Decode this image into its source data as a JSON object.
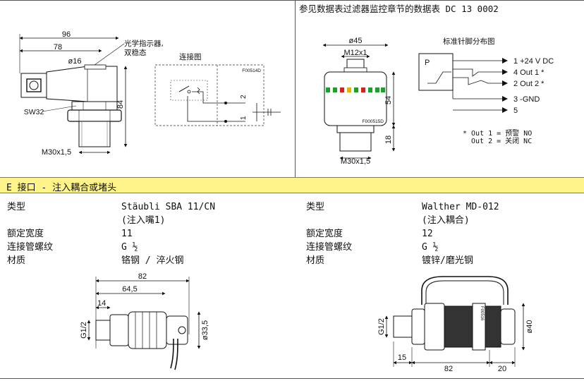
{
  "header": {
    "ref_title": "参见数据表过滤器监控章节的数据表 DC 13 0002"
  },
  "drawing_left": {
    "dim_96": "96",
    "dim_78": "78",
    "dim_16": "ø16",
    "dim_84": "84",
    "sw": "SW32",
    "thread": "M30x1,5",
    "indicator_note_1": "光学指示器,",
    "indicator_note_2": "双稳态"
  },
  "wiring": {
    "title": "连接图",
    "code": "F00514D",
    "pin_2": "2",
    "pin_1": "1"
  },
  "drawing_right": {
    "dim_45": "ø45",
    "dim_m12": "M12x1",
    "dim_54": "54",
    "dim_18": "18",
    "thread": "M30x1,5",
    "code": "F000515D"
  },
  "pinout": {
    "title": "标准针脚分布图",
    "box_label": "P",
    "pins": [
      "1 +24 V DC",
      "4 Out 1 *",
      "2 Out 2 *",
      "3 -GND",
      "5"
    ],
    "note_1": "* Out 1 = 预警 NO",
    "note_2": "Out 2 = 关闭 NC"
  },
  "section": {
    "title": "E 接口 - 注入耦合或堵头"
  },
  "spec_left": {
    "rows": [
      {
        "label": "类型",
        "value": "Stäubli SBA 11/CN"
      },
      {
        "label": "",
        "value": "(注入嘴1)"
      },
      {
        "label": "额定宽度",
        "value": "11"
      },
      {
        "label": "连接管螺纹",
        "value": "G ½"
      },
      {
        "label": "材质",
        "value": "铬钢 / 淬火钢"
      }
    ]
  },
  "spec_right": {
    "rows": [
      {
        "label": "类型",
        "value": "Walther MD-012"
      },
      {
        "label": "",
        "value": "(注入耦合)"
      },
      {
        "label": "额定宽度",
        "value": "12"
      },
      {
        "label": "连接管螺纹",
        "value": "G ½"
      },
      {
        "label": "材质",
        "value": "镀锌/磨光钢"
      }
    ]
  },
  "coupling_left": {
    "dim_82": "82",
    "dim_645": "64,5",
    "dim_14": "14",
    "thread": "G1/2",
    "dim_335": "ø33,5"
  },
  "coupling_right": {
    "thread": "G1/2",
    "dim_40": "ø40",
    "dim_15": "15",
    "dim_82": "82",
    "dim_20": "20",
    "code": "F00516"
  }
}
